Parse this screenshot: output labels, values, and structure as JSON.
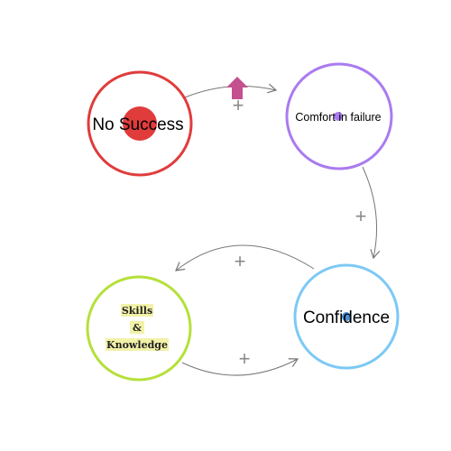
{
  "nodes": [
    {
      "id": "no-success",
      "label": "No Success",
      "ring_color": "#e03c3c",
      "dot_color": "#e03c3c"
    },
    {
      "id": "comfort",
      "label": "Comfort in failure",
      "ring_color": "#a97bf0",
      "dot_color": "#a97bf0"
    },
    {
      "id": "confidence",
      "label": "Confidence",
      "ring_color": "#7cc9f5",
      "dot_color": "#4a90d9"
    },
    {
      "id": "skills",
      "label_lines": [
        "Skills",
        "&",
        "Knowledge"
      ],
      "ring_color": "#b5e03a",
      "highlight_color": "#f2f2a8"
    }
  ],
  "links": [
    {
      "from": "no-success",
      "to": "comfort",
      "sign": "+"
    },
    {
      "from": "comfort",
      "to": "confidence",
      "sign": "+"
    },
    {
      "from": "confidence",
      "to": "skills",
      "sign": "+"
    },
    {
      "from": "skills",
      "to": "confidence",
      "sign": "+"
    }
  ],
  "marker": {
    "name": "up-arrow-icon",
    "color": "#c4508f"
  },
  "arrow_color": "#777777"
}
